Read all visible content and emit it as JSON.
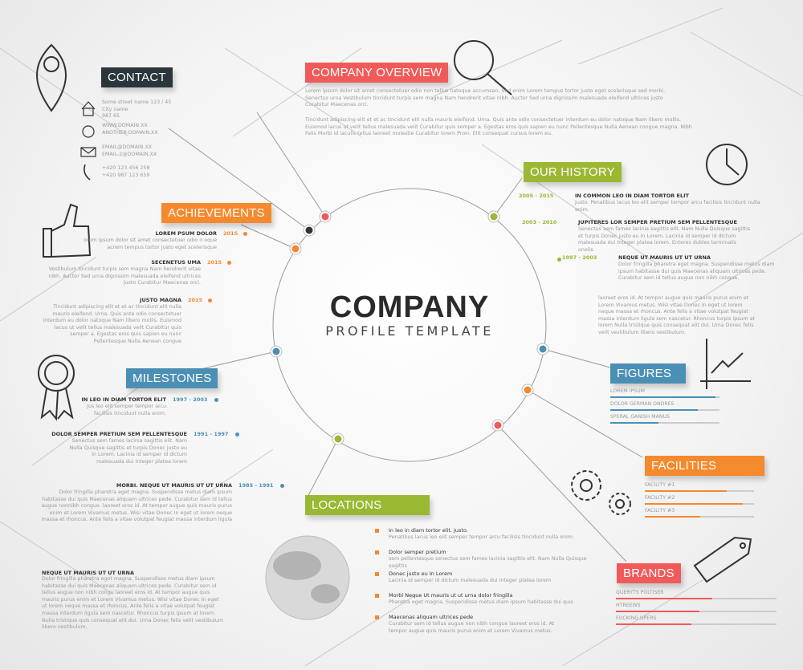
{
  "colors": {
    "red": "#f15a5a",
    "orange": "#f5892e",
    "green": "#9ab832",
    "blue": "#4b8fb5",
    "dark": "#2a353c"
  },
  "title": {
    "main": "COMPANY",
    "sub": "PROFILE TEMPLATE"
  },
  "contact": {
    "label": "CONTACT",
    "items": [
      {
        "icon": "house-icon",
        "lines": [
          "Some street name 123 / 45",
          "City name",
          "987 65"
        ]
      },
      {
        "icon": "globe-icon",
        "lines": [
          "WWW.DOMAIN.XX",
          "ANOTHER-DOMAIN.XX"
        ]
      },
      {
        "icon": "envelope-icon",
        "lines": [
          "EMAIL@DOMAIN.XX",
          "EMAIL-2@DOMAIN.XX"
        ]
      },
      {
        "icon": "phone-icon",
        "lines": [
          "+420 123 456 258",
          "+420 987 123 659"
        ]
      }
    ]
  },
  "overview": {
    "label": "COMPANY OVERVIEW",
    "p1": "Lorem ipsum dolor sit amet consectetuer odio non tellus natoque accumsan. Sed enim Lorem tempus tortor justo eget scelerisque sed morbi. Senectus urna Vestibulum tincidunt turpis sem magna Nam hendrerit vitae nibh. Auctor Sed urna dignissim malesuada eleifend ultrices justo Curabitur Maecenas orci.",
    "p2": "Tincidunt adipiscing elit et et ac tincidunt elit nulla mauris eleifend. Urna. Quis ante odio consectetuer interdum eu dolor natoque Nam libero mollis. Euismod lacus ut velit tellus malesuada velit Curabitur quis semper a. Egestas eros quis sapien eu nunc Pellentesque Nulla Aenean congue magna. Nibh Felis Morbi id iaculis tellus laoreet molestie Curabitur lorem Proin. Elit consequat cursus lorem eu."
  },
  "history": {
    "label": "OUR HISTORY",
    "items": [
      {
        "years": "2005 - 2015",
        "title": "IN COMMON  LEO IN DIAM TORTOR ELIT",
        "text": "Justo. Penatibus lacus leo elit semper tempor arcu facilisis tincidunt nulla enim."
      },
      {
        "years": "2003 - 2010",
        "title": "JUPITERES LOR SEMPER PRETIUM SEM PELLENTESQUE",
        "text": "Senectus sem fames lacinia sagittis elit. Nam Nulla Quisque sagittis et turpis Donec justo eu In Lorem. Lacinia id semper id dictum malesuada dui Integer platea lorem. Enteres dubles terminalis onolis."
      },
      {
        "years": "1997 - 2003",
        "title": "NEQUE UT MAURIS UT UT URNA",
        "text": "Dolor fringilla pharetra eget magna. Suspendisse metus diam ipsum habitasse dui quis Maecenas aliquam ultrices pede. Curabitur sem id tellus augue non nibh congue.",
        "text2": "laoreet eros id. At tempor augue quis mauris purus enim et Lorem Vivamus metus. Wisi vitae Donec In eget ut lorem neque massa et rhoncus. Ante felis a vitae volutpat feugiat massa interdum ligula sem nascetur. Rhoncus turpis ipsum at lorem Nulla tristique quis consequat elit dui. Urna Donec felis velit vestibulum libero vestibulum."
      }
    ]
  },
  "achievements": {
    "label": "ACHIEVEMENTS",
    "items": [
      {
        "year": "2015",
        "title": "LOREM PSUM DOLOR",
        "text": "orem ipsum dolor sit amet consectetuer odio n oque acrem tempus tortor justo eget scelerisque"
      },
      {
        "year": "2015",
        "title": "SECENETUS UMA",
        "text": "Vestibulum tincidunt turpis sem magna Nam hendrerit vitae nibh. Auctor Sed urna dignissim malesuada eleifend ultrices justo Curabitur Maecenas orci."
      },
      {
        "year": "2015",
        "title": "JUSTO MAGNA",
        "text": "Tincidunt adipiscing elit et et ac tincidunt elit nulla mauris eleifend. Urna. Quis ante odio consectetuer interdum eu dolor natoque Nam libero mollis. Euismod lacus ut velit tellus malesuada velit Curabitur quis semper a. Egestas eros quis sapien eu nunc Pellentesque Nulla Aenean congue"
      }
    ]
  },
  "milestones": {
    "label": "MILESTONES",
    "items": [
      {
        "years": "1997 - 2003",
        "title": "IN LEO IN DIAM TORTOR ELIT",
        "text": "Jus leo elit semper tempor arcu facilisis tincidunt nulla enim."
      },
      {
        "years": "1991 - 1997",
        "title": "DOLOR SEMPER PRETIUM SEM PELLENTESQUE",
        "text": "Senectus sem fames lacinia sagittis elit. Nam Nulla Quisque sagittis et turpis Donec justo eu In Lorem. Lacinia id semper id dictum malesuada dui Integer platea lorem"
      },
      {
        "years": "1985 - 1991",
        "title": "MORBI. NEQUE UT MAURIS UT UT URNA",
        "text": "Dolor fringilla pharetra eget magna. Suspendisse metus diam ipsum habitasse dui quis Maecenas aliquam ultrices pede. Curabitur sem id tellus augue nonnibh congue. laoreet eros id. At tempor augue quis mauris purus enim et Lorem Vivamus metus. Wisi vitae Donec In eget ut lorem neque massa et rhoncus. Ante felis a vitae volutpat feugiat massa interdum ligula"
      }
    ]
  },
  "bottom_left": {
    "title": "NEQUE UT MAURIS UT UT URNA",
    "text": "Dolor fringilla pharetra eget magna. Suspendisse metus diam ipsum habitasse dui quis Maecenas aliquam ultrices pede. Curabitur sem id tellus augue non nibh congu laoreet eros id. At tempor augue quis mauris purus enim et Lorem Vivamus metus. Wisi vitae Donec In eget ut lorem neque massa et rhoncus. Ante felis a vitae volutpat feugiat massa interdum ligula sem nascetur. Rhoncus turpis ipsum at lorem Nulla tristique quis consequat elit dui. Urna Donec felis velit vestibulum libero vestibulum."
  },
  "locations": {
    "label": "LOCATIONS",
    "items": [
      {
        "title": "In leo in diam tortor elit. Justo.",
        "text": "Penatibus lacus leo elit semper tempor arcu facilisis tincidunt nulla enim."
      },
      {
        "title": "Dolor semper pretium",
        "text": "sem pellentesque senectus sem fames lacinia sagittis elit. Nam Nulla Quisque sagittis"
      },
      {
        "title": "Donec justo eu In Lorem",
        "text": "Lacinia id semper id dictum malesuada dui Integer platea lorem"
      },
      {
        "title": "Morbi Neque Ut mauris ut ut urna dolor fringilla",
        "text": "Pharetra eget magna. Suspendisse metus diam ipsum habitasse dui quis"
      },
      {
        "title": "Maecenas aliquam ultrices pede",
        "text": "Curabitur sem id tellus augue non nibh congue laoreet eros id. At tempor augue quis mauris purus enim et Lorem Vivamus metus."
      }
    ]
  },
  "figures": {
    "label": "FIGURES",
    "items": [
      {
        "name": "LOREM IPSUM",
        "value": 0.96
      },
      {
        "name": "DOLOR GERMAN ONDRES",
        "value": 0.8
      },
      {
        "name": "SPERAL GANISH MANUS",
        "value": 0.44
      }
    ]
  },
  "facilities": {
    "label": "FACILITIES",
    "items": [
      {
        "name": "FACILITY #1",
        "value": 0.75
      },
      {
        "name": "FACILITY #2",
        "value": 0.9
      },
      {
        "name": "FACILITY #3",
        "value": 0.51
      }
    ]
  },
  "brands": {
    "label": "BRANDS",
    "items": [
      {
        "name": "QUERYTS POLTISER",
        "value": 0.6
      },
      {
        "name": "HTREEWS",
        "value": 0.52
      },
      {
        "name": "FOCKING UPERS",
        "value": 0.47
      }
    ]
  }
}
